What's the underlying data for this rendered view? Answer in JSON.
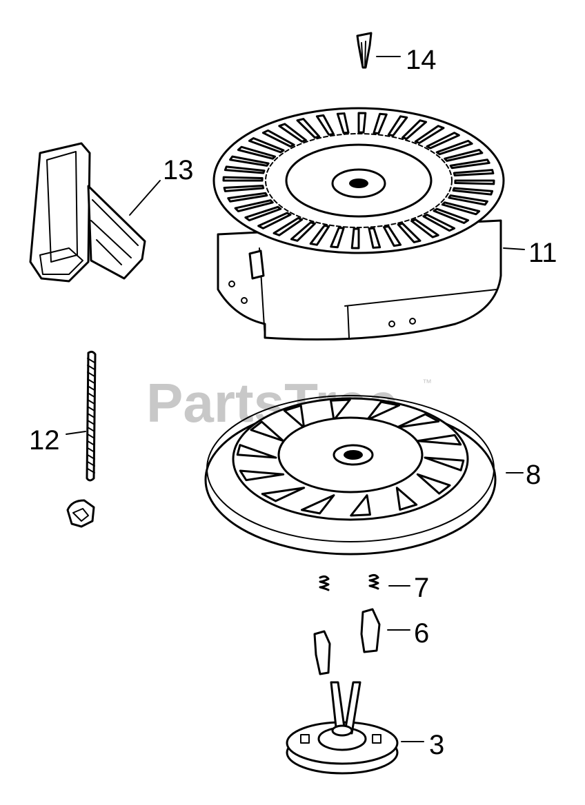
{
  "watermark": {
    "text": "PartsTree",
    "trademark": "™"
  },
  "callouts": [
    {
      "id": "14",
      "label": "14"
    },
    {
      "id": "13",
      "label": "13"
    },
    {
      "id": "11",
      "label": "11"
    },
    {
      "id": "12",
      "label": "12"
    },
    {
      "id": "8",
      "label": "8"
    },
    {
      "id": "7",
      "label": "7"
    },
    {
      "id": "6",
      "label": "6"
    },
    {
      "id": "3",
      "label": "3"
    }
  ]
}
